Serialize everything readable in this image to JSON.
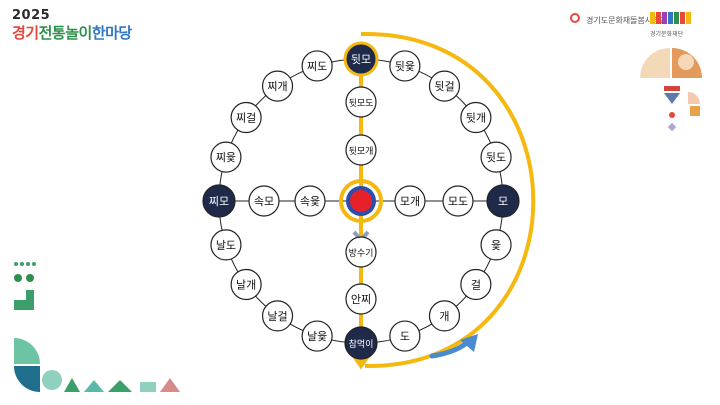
{
  "header": {
    "year": "2025",
    "title_part1": "경기",
    "title_part2": "전통놀이",
    "title_part3": "한마당"
  },
  "logos": {
    "left_text": "경기도문화재돌봄사업단",
    "right_text": "경기문화재단"
  },
  "board": {
    "nodes": [
      {
        "id": "dwitmo",
        "label": "뒷모",
        "corner": true
      },
      {
        "id": "dwityut",
        "label": "뒷윷",
        "corner": false
      },
      {
        "id": "dwitgeol",
        "label": "뒷걸",
        "corner": false
      },
      {
        "id": "dwitgae",
        "label": "뒷개",
        "corner": false
      },
      {
        "id": "dwitdo",
        "label": "뒷도",
        "corner": false
      },
      {
        "id": "mo",
        "label": "모",
        "corner": true
      },
      {
        "id": "yut",
        "label": "윷",
        "corner": false
      },
      {
        "id": "geol",
        "label": "걸",
        "corner": false
      },
      {
        "id": "gae",
        "label": "개",
        "corner": false
      },
      {
        "id": "do",
        "label": "도",
        "corner": false
      },
      {
        "id": "chammeogi",
        "label": "참먹이",
        "corner": true
      },
      {
        "id": "nalyut",
        "label": "날윷",
        "corner": false
      },
      {
        "id": "nalgeol",
        "label": "날걸",
        "corner": false
      },
      {
        "id": "nalgae",
        "label": "날개",
        "corner": false
      },
      {
        "id": "naldo",
        "label": "날도",
        "corner": false
      },
      {
        "id": "jjimo",
        "label": "찌모",
        "corner": true
      },
      {
        "id": "jjiyut",
        "label": "찌윷",
        "corner": false
      },
      {
        "id": "jjigeol",
        "label": "찌걸",
        "corner": false
      },
      {
        "id": "jjigae",
        "label": "찌개",
        "corner": false
      },
      {
        "id": "jjido",
        "label": "찌도",
        "corner": false
      },
      {
        "id": "dwitmodo",
        "label": "뒷모도",
        "corner": false
      },
      {
        "id": "dwitmogae",
        "label": "뒷모개",
        "corner": false
      },
      {
        "id": "bangsugi",
        "label": "방수기",
        "corner": false
      },
      {
        "id": "anjji",
        "label": "안찌",
        "corner": false
      },
      {
        "id": "mogae",
        "label": "모개",
        "corner": false
      },
      {
        "id": "modo",
        "label": "모도",
        "corner": false
      },
      {
        "id": "sokyut",
        "label": "속윷",
        "corner": false
      },
      {
        "id": "sokmo",
        "label": "속모",
        "corner": false
      }
    ]
  },
  "colors": {
    "path": "#f5b80f",
    "corner_fill": "#1f2a4a",
    "node_stroke": "#222222",
    "center_red": "#e8202a",
    "center_blue": "#2b4fa8",
    "return_arrow": "#4a8ad0"
  }
}
